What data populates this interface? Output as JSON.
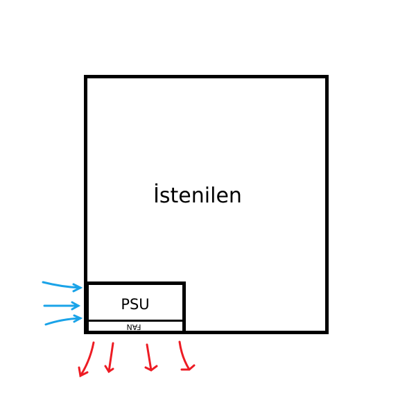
{
  "case": {
    "label": "İstenilen"
  },
  "psu": {
    "label": "PSU",
    "fan_label": "FAN"
  },
  "colors": {
    "outline": "#000000",
    "intake_arrow": "#1aa3e8",
    "exhaust_arrow": "#ed1c24"
  }
}
